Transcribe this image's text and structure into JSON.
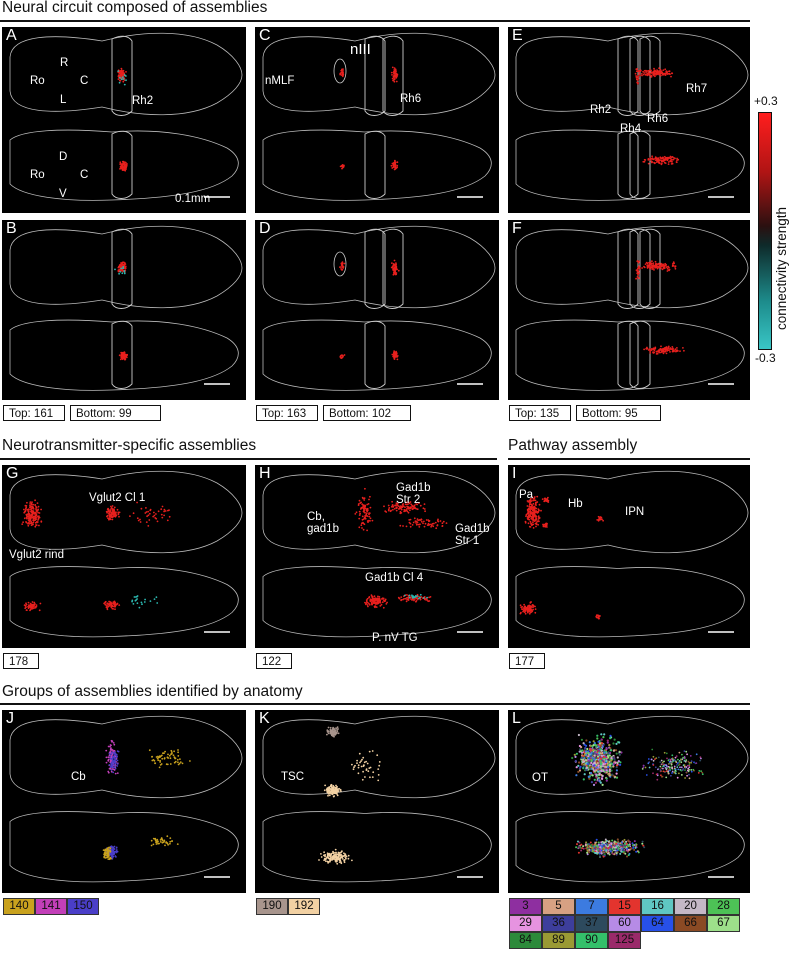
{
  "sections": {
    "s1": "Neural circuit composed of assemblies",
    "s2": "Neurotransmitter-specific assemblies",
    "s3": "Pathway assembly",
    "s4": "Groups of assemblies identified by anatomy"
  },
  "panels": {
    "A": {
      "label": "A",
      "axis_R": "R",
      "axis_L": "L",
      "axis_Ro": "Ro",
      "axis_C": "C",
      "region": "Rh2",
      "axis_D": "D",
      "axis_V": "V",
      "axis_Ro2": "Ro",
      "axis_C2": "C",
      "scale": "0.1mm"
    },
    "B": {
      "label": "B"
    },
    "C": {
      "label": "C",
      "nIII": "nIII",
      "nMLF": "nMLF",
      "region": "Rh6"
    },
    "D": {
      "label": "D"
    },
    "E": {
      "label": "E",
      "rh2": "Rh2",
      "rh4": "Rh4",
      "rh6": "Rh6",
      "rh7": "Rh7"
    },
    "F": {
      "label": "F"
    },
    "G": {
      "label": "G",
      "vglut2cl1": "Vglut2 Cl 1",
      "vglut2rind": "Vglut2 rind"
    },
    "H": {
      "label": "H",
      "cb1": "Cb,",
      "cb2": "gad1b",
      "str2a": "Gad1b",
      "str2b": "Str 2",
      "str1a": "Gad1b",
      "str1b": "Str 1",
      "cl4": "Gad1b Cl 4",
      "pnv": "P. nV TG"
    },
    "I": {
      "label": "I",
      "pa": "Pa",
      "hb": "Hb",
      "ipn": "IPN"
    },
    "J": {
      "label": "J",
      "cb": "Cb"
    },
    "K": {
      "label": "K",
      "tsc": "TSC"
    },
    "L": {
      "label": "L",
      "ot": "OT"
    }
  },
  "counts": {
    "AB_top": "Top: 161",
    "AB_bottom": "Bottom: 99",
    "CD_top": "Top: 163",
    "CD_bottom": "Bottom: 102",
    "EF_top": "Top: 135",
    "EF_bottom": "Bottom: 95",
    "G": "178",
    "H": "122",
    "I": "177"
  },
  "colorbar": {
    "max": "+0.3",
    "min": "-0.3",
    "title": "connectivity strength"
  },
  "legend_J": [
    {
      "label": "140",
      "color": "#c9a21e"
    },
    {
      "label": "141",
      "color": "#c23fb8"
    },
    {
      "label": "150",
      "color": "#4a3ec8"
    }
  ],
  "legend_K": [
    {
      "label": "190",
      "color": "#a8958d"
    },
    {
      "label": "192",
      "color": "#f2d1a3"
    }
  ],
  "legend_L": [
    {
      "label": "3",
      "color": "#8e2fa0"
    },
    {
      "label": "5",
      "color": "#d7a183"
    },
    {
      "label": "7",
      "color": "#3c7be0"
    },
    {
      "label": "15",
      "color": "#e3342e"
    },
    {
      "label": "16",
      "color": "#5fc7c3"
    },
    {
      "label": "20",
      "color": "#c4b8c6"
    },
    {
      "label": "28",
      "color": "#4dc256"
    },
    {
      "label": "29",
      "color": "#e693e0"
    },
    {
      "label": "36",
      "color": "#3d3e9c"
    },
    {
      "label": "37",
      "color": "#2d4a5e"
    },
    {
      "label": "60",
      "color": "#b68be6"
    },
    {
      "label": "64",
      "color": "#2750e8"
    },
    {
      "label": "66",
      "color": "#8a4a24"
    },
    {
      "label": "67",
      "color": "#9de08a"
    },
    {
      "label": "84",
      "color": "#2c8a3a"
    },
    {
      "label": "89",
      "color": "#9a9a34"
    },
    {
      "label": "90",
      "color": "#34c06a"
    },
    {
      "label": "125",
      "color": "#9a2a6a"
    }
  ]
}
